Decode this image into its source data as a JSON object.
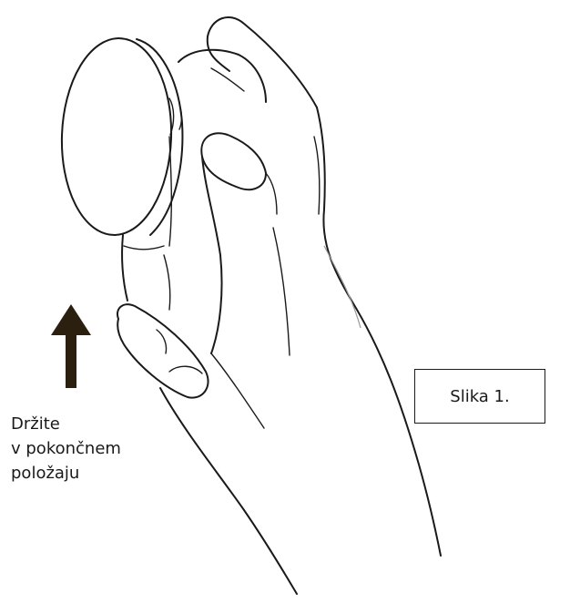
{
  "instruction": {
    "lines": [
      "Držite",
      "v pokončnem",
      "položaju"
    ]
  },
  "figure": {
    "label": "Slika 1."
  },
  "arrow": {
    "direction": "up",
    "color": "#2b1f10"
  },
  "icons": {
    "arrow": "arrow-up-icon",
    "device": "handheld-device-icon"
  }
}
